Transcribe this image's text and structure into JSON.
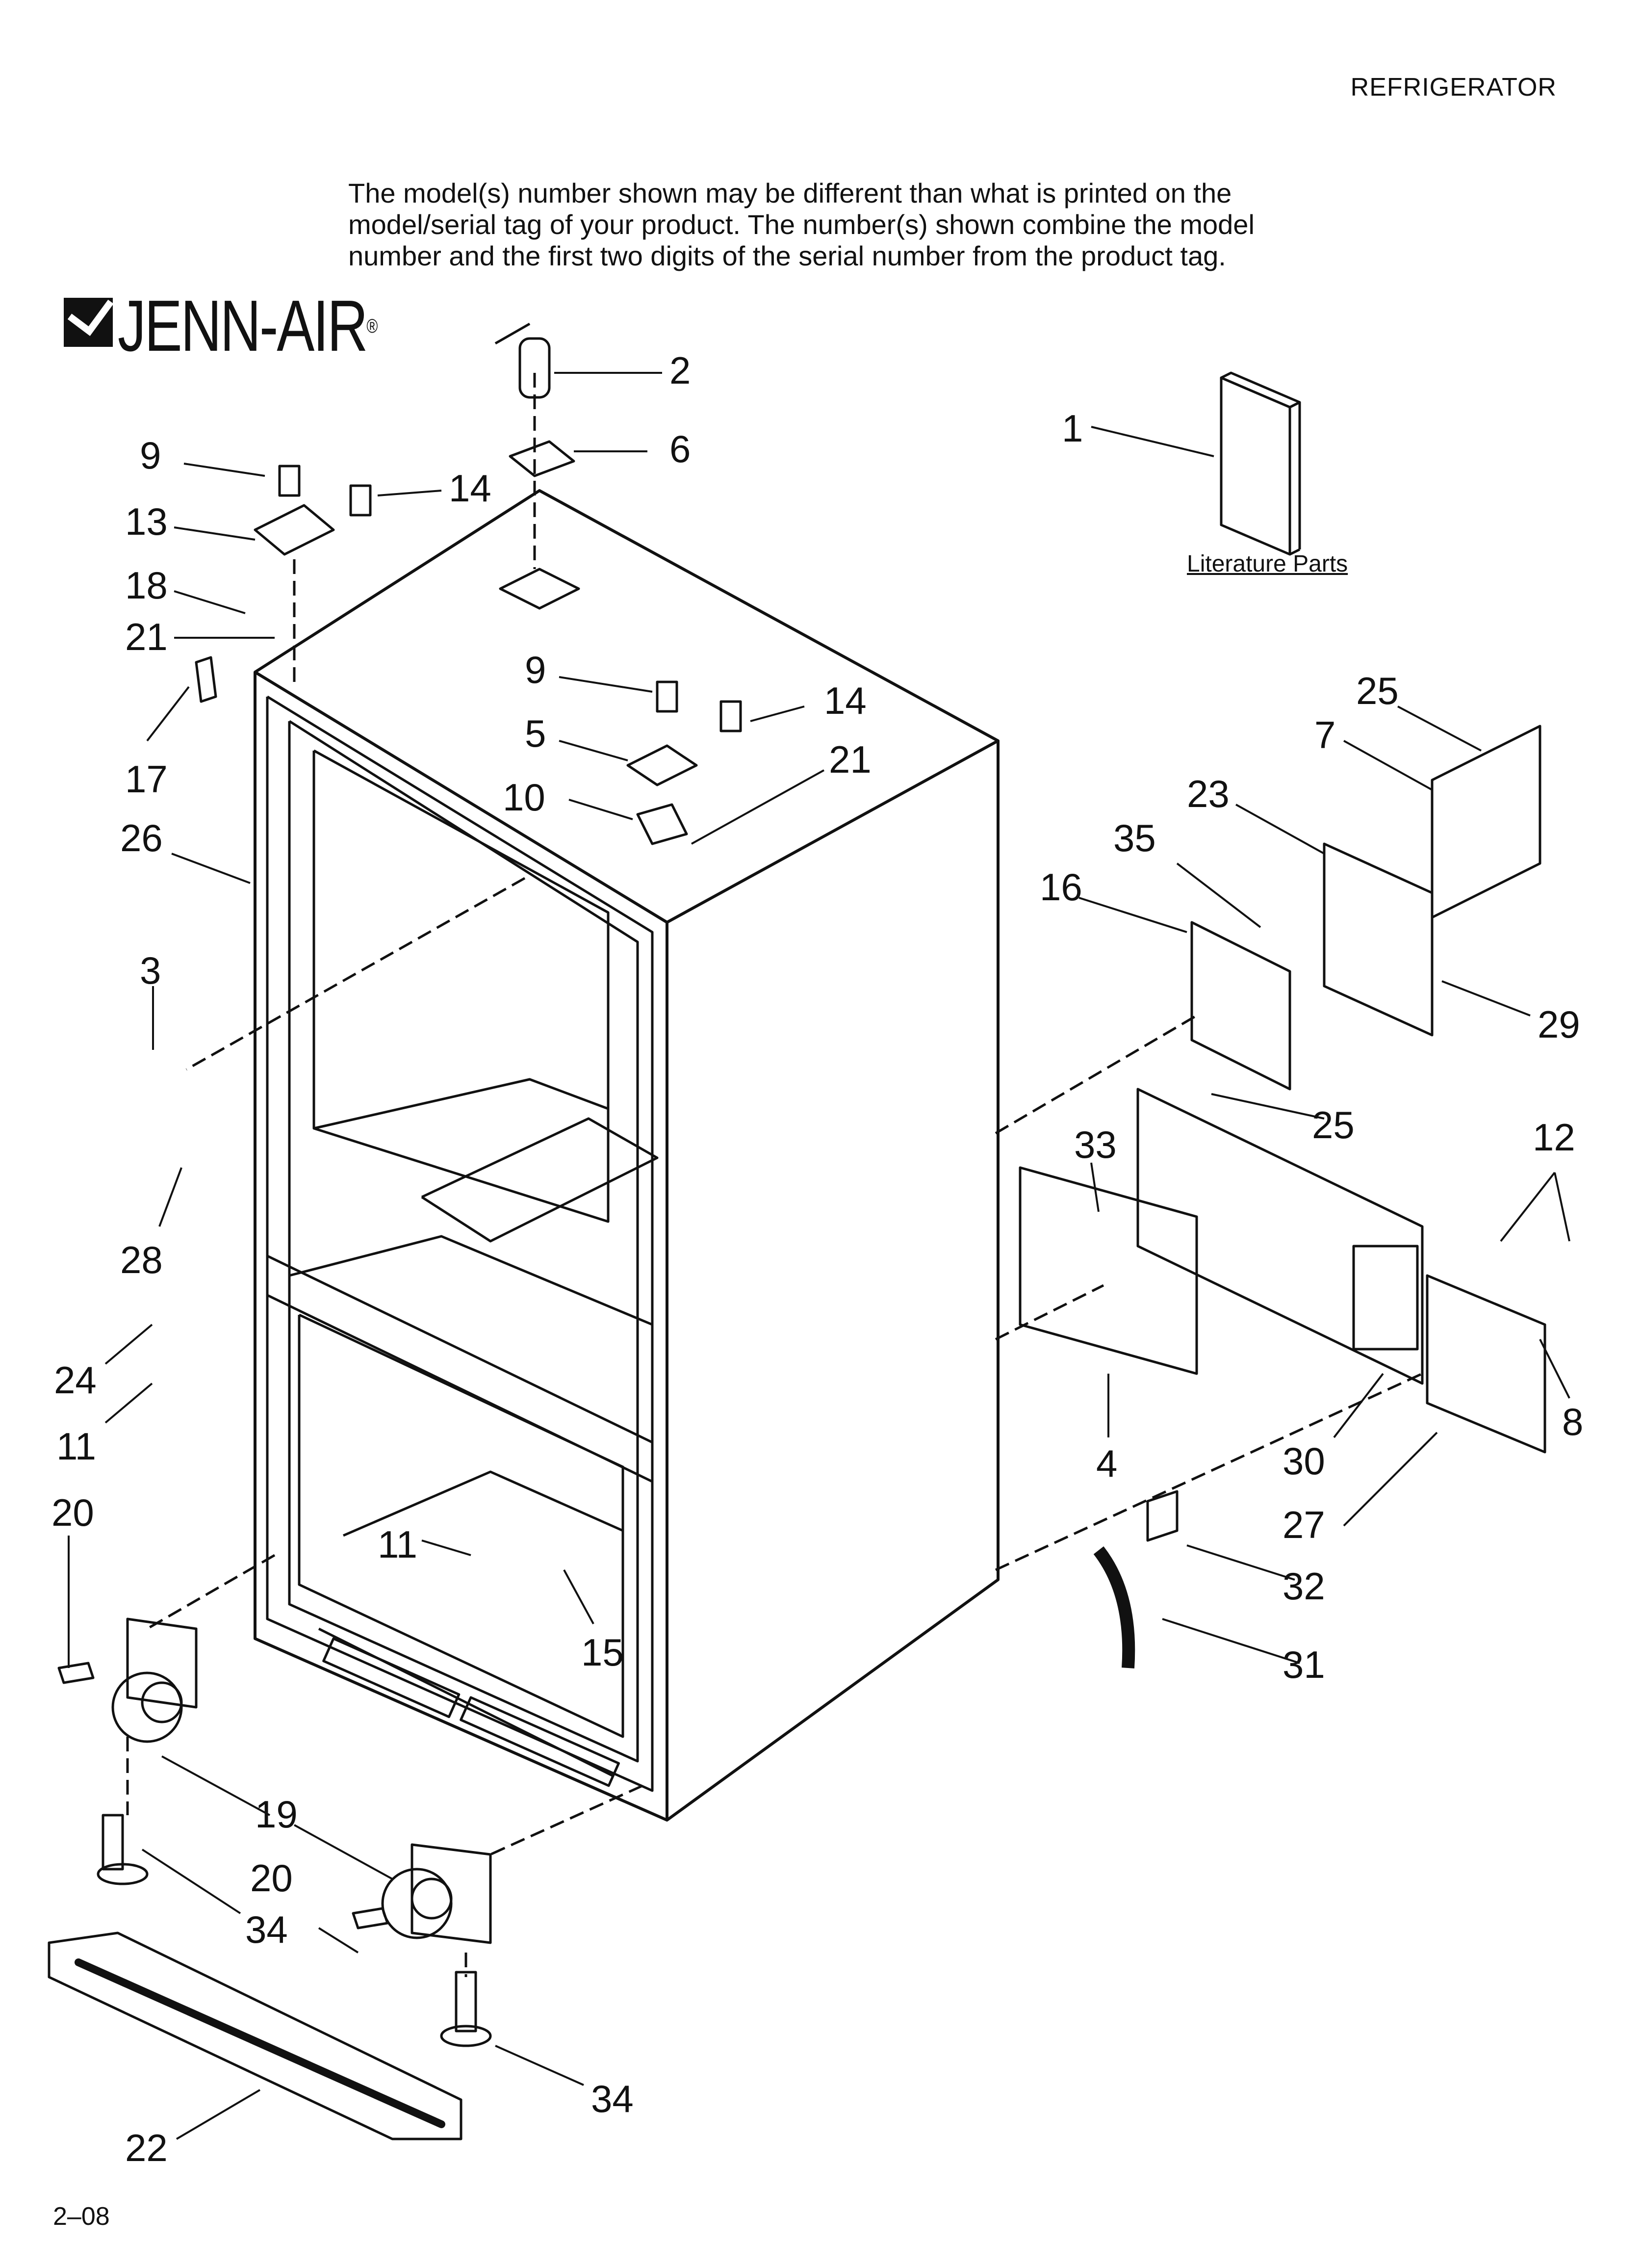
{
  "header": {
    "section": "REFRIGERATOR"
  },
  "intro": {
    "lines": [
      "The model(s) number shown may be different than what is printed on the",
      "model/serial tag of your product. The number(s) shown combine the model",
      "number and the first two digits of the serial number from the product tag."
    ]
  },
  "brand": {
    "name": "JENN-AIR",
    "mark": "®"
  },
  "literature": {
    "label": "Literature Parts"
  },
  "footer": {
    "code": "2–08"
  },
  "callouts": [
    {
      "label": "1"
    },
    {
      "label": "2"
    },
    {
      "label": "6"
    },
    {
      "label": "9"
    },
    {
      "label": "14"
    },
    {
      "label": "13"
    },
    {
      "label": "18"
    },
    {
      "label": "21"
    },
    {
      "label": "17"
    },
    {
      "label": "26"
    },
    {
      "label": "9"
    },
    {
      "label": "14"
    },
    {
      "label": "5"
    },
    {
      "label": "10"
    },
    {
      "label": "21"
    },
    {
      "label": "25"
    },
    {
      "label": "7"
    },
    {
      "label": "23"
    },
    {
      "label": "35"
    },
    {
      "label": "16"
    },
    {
      "label": "29"
    },
    {
      "label": "3"
    },
    {
      "label": "28"
    },
    {
      "label": "33"
    },
    {
      "label": "25"
    },
    {
      "label": "12"
    },
    {
      "label": "24"
    },
    {
      "label": "11"
    },
    {
      "label": "4"
    },
    {
      "label": "30"
    },
    {
      "label": "8"
    },
    {
      "label": "27"
    },
    {
      "label": "20"
    },
    {
      "label": "11"
    },
    {
      "label": "15"
    },
    {
      "label": "32"
    },
    {
      "label": "31"
    },
    {
      "label": "19"
    },
    {
      "label": "20"
    },
    {
      "label": "34"
    },
    {
      "label": "22"
    },
    {
      "label": "34"
    }
  ]
}
